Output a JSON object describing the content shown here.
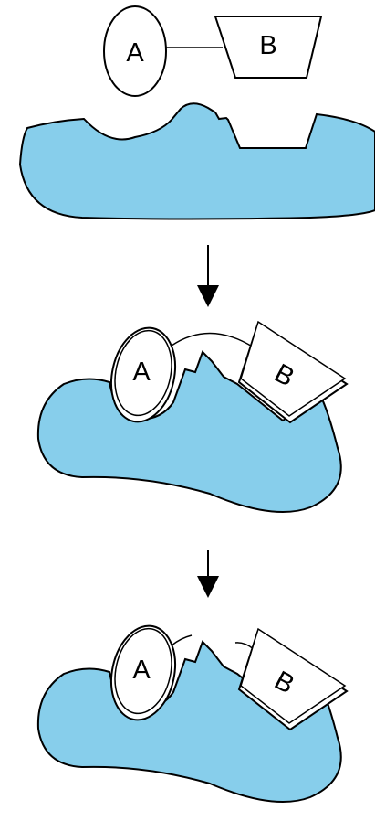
{
  "colors": {
    "enzyme_fill": "#87CEEB",
    "outline": "#000000",
    "background": "#FFFFFF",
    "substrate_fill": "#FFFFFF"
  },
  "substrates": {
    "a_label": "A",
    "b_label": "B"
  },
  "stages": [
    {
      "label_a": "A",
      "label_b": "B"
    },
    {
      "label_a": "A",
      "label_b": "B"
    },
    {
      "label_a": "A",
      "label_b": "B"
    }
  ],
  "arrows": [
    {
      "icon": "down-arrow-icon"
    },
    {
      "icon": "down-arrow-icon"
    }
  ]
}
